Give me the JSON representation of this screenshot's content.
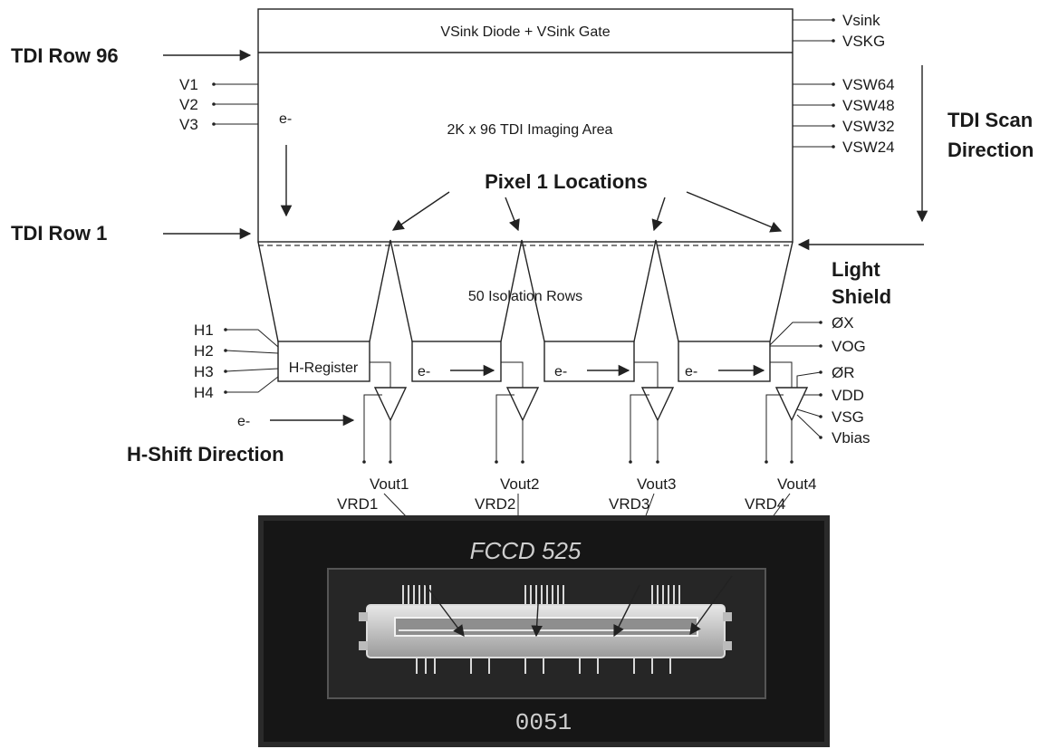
{
  "imaging_area": {
    "sink_label": "VSink Diode + VSink Gate",
    "area_label": "2K x 96 TDI Imaging Area",
    "electron_label": "e-",
    "isolation_label": "50 Isolation Rows"
  },
  "side_labels": {
    "tdi_row_96": "TDI Row 96",
    "tdi_row_1": "TDI Row 1",
    "tdi_scan_line1": "TDI Scan",
    "tdi_scan_line2": "Direction",
    "pixel1_locations": "Pixel 1 Locations",
    "light_shield_line1": "Light",
    "light_shield_line2": "Shield",
    "h_shift_direction": "H-Shift Direction",
    "h_shift_electron": "e-"
  },
  "left_pins": [
    "V1",
    "V2",
    "V3"
  ],
  "right_pins_top": [
    "Vsink",
    "VSKG"
  ],
  "right_pins_sw": [
    "VSW64",
    "VSW48",
    "VSW32",
    "VSW24"
  ],
  "h_pins": [
    "H1",
    "H2",
    "H3",
    "H4"
  ],
  "right_pins_bottom": [
    "ØX",
    "VOG",
    "ØR",
    "VDD",
    "VSG",
    "Vbias"
  ],
  "registers": [
    {
      "label": "H-Register"
    },
    {
      "label": "e-"
    },
    {
      "label": "e-"
    },
    {
      "label": "e-"
    }
  ],
  "outputs": [
    {
      "vout": "Vout1",
      "vrd": "VRD1"
    },
    {
      "vout": "Vout2",
      "vrd": "VRD2"
    },
    {
      "vout": "Vout3",
      "vrd": "VRD3"
    },
    {
      "vout": "Vout4",
      "vrd": "VRD4"
    }
  ],
  "photo": {
    "part_name": "FCCD 525",
    "serial": "0051"
  }
}
